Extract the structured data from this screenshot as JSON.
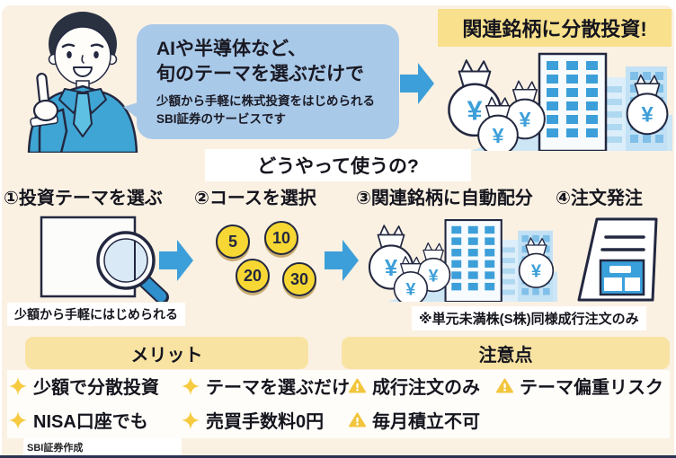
{
  "hero": {
    "speech": {
      "line1": "AIや半導体など、",
      "line2": "旬のテーマを選ぶだけで",
      "sub1": "少額から手軽に株式投資をはじめられる",
      "sub2": "SBI証券のサービスです"
    },
    "banner": "関連銘柄に分散投資!"
  },
  "how_to": {
    "title": "どうやって使うの?",
    "step1": {
      "label": "①投資テーマを選ぶ",
      "caption": "少額から手軽にはじめられる"
    },
    "step2": {
      "label": "②コースを選択",
      "coins": [
        "5",
        "10",
        "20",
        "30"
      ]
    },
    "step3": {
      "label": "③関連銘柄に自動配分"
    },
    "step4": {
      "label": "④注文発注"
    },
    "note": "※単元未満株(S株)同様成行注文のみ"
  },
  "merits": {
    "title": "メリット",
    "items": [
      "少額で分散投資",
      "テーマを選ぶだけ",
      "NISA口座でも",
      "売買手数料0円"
    ]
  },
  "cautions": {
    "title": "注意点",
    "items": [
      "成行注文のみ",
      "テーマ偏重リスク",
      "毎月積立不可"
    ]
  },
  "footer": {
    "credit": "SBI証券作成"
  },
  "icons": {
    "yen": "¥"
  },
  "colors": {
    "background": "#FAF1E3",
    "bubble_blue": "#A9C9E9",
    "banner_yellow": "#F8E08C",
    "header_yellow": "#F9E3A3",
    "arrow_blue": "#3D9FD9",
    "coin_yellow": "#F7D733",
    "yen_blue": "#3D9FD9",
    "outline_navy": "#232840",
    "star_yellow": "#F6CB42",
    "warning_yellow": "#F2C53D",
    "bottom_bar_navy": "#2B3150"
  }
}
